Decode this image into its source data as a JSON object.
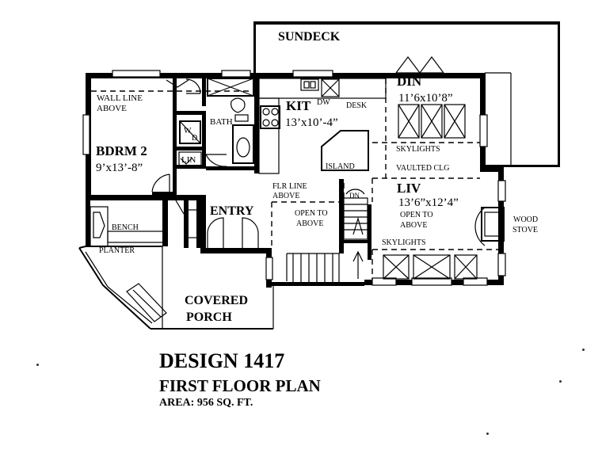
{
  "rooms": {
    "sundeck": "SUNDECK",
    "din": {
      "name": "DIN",
      "size": "11’6x10’8”"
    },
    "kit": {
      "name": "KIT",
      "size": "13’x10’-4”"
    },
    "bdrm2": {
      "name": "BDRM 2",
      "size": "9’x13’-8”"
    },
    "liv": {
      "name": "LIV",
      "size": "13’6”x12’4”"
    },
    "entry": "ENTRY",
    "covered_porch": [
      "COVERED",
      "PORCH"
    ]
  },
  "notes": {
    "wall_line_above": [
      "WALL LINE",
      "ABOVE"
    ],
    "bath": "BATH",
    "dw": "DW",
    "desk": "DESK",
    "wd": [
      "W",
      "D"
    ],
    "lin": "LIN",
    "island": "ISLAND",
    "skylights_top": "SKYLIGHTS",
    "vaulted_clg": "VAULTED CLG",
    "flr_line_above": [
      "FLR LINE",
      "ABOVE"
    ],
    "dn": "DN",
    "open_to_above_1": [
      "OPEN TO",
      "ABOVE"
    ],
    "open_to_above_2": [
      "OPEN TO",
      "ABOVE"
    ],
    "wood_stove": [
      "WOOD",
      "STOVE"
    ],
    "skylights_bottom": "SKYLIGHTS",
    "bench": "BENCH",
    "planter": "PLANTER"
  },
  "title_block": {
    "design": "DESIGN 1417",
    "plan": "FIRST FLOOR PLAN",
    "area": "AREA: 956 SQ. FT."
  }
}
